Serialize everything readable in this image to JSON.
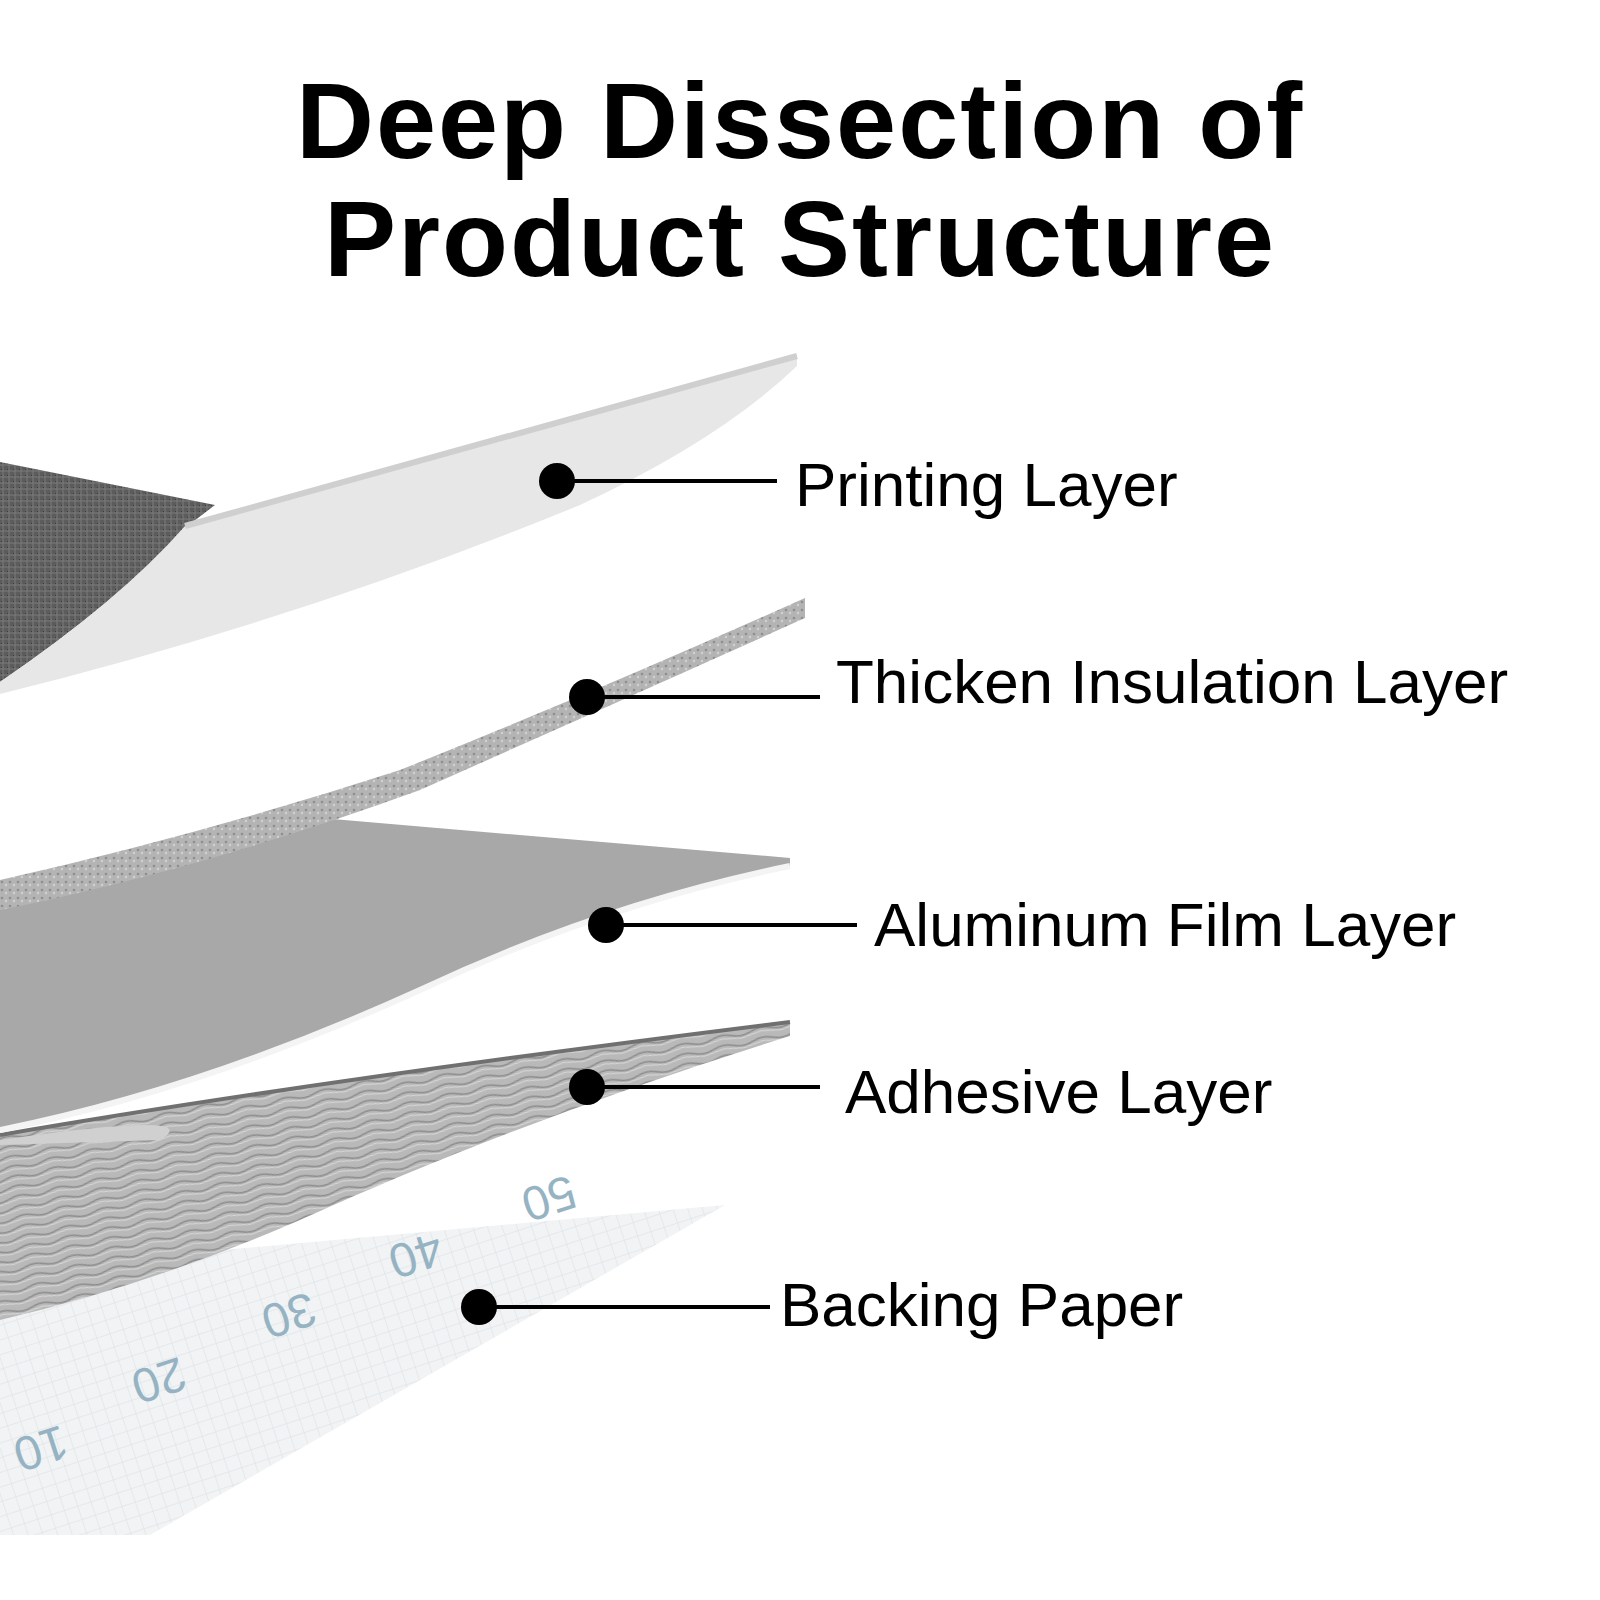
{
  "diagram": {
    "title": "Deep Dissection of Product Structure",
    "labels": [
      "Printing Layer",
      "Thicken Insulation Layer",
      "Aluminum Film Layer",
      "Adhesive Layer",
      "Backing Paper",
      "50",
      "40",
      "30",
      "20",
      "10"
    ]
  }
}
